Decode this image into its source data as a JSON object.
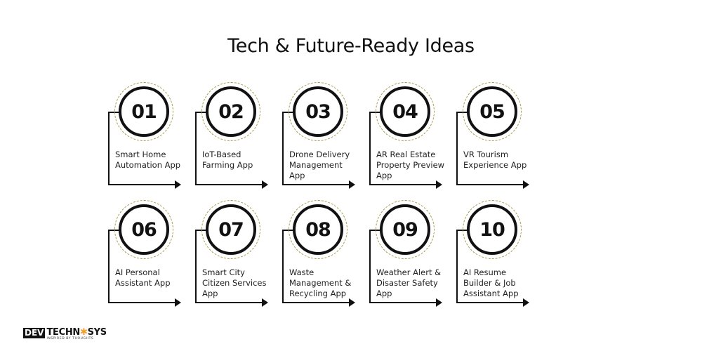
{
  "title": "Tech & Future-Ready Ideas",
  "items": [
    {
      "number": "01",
      "label": "Smart Home Automation App"
    },
    {
      "number": "02",
      "label": "IoT-Based Farming App"
    },
    {
      "number": "03",
      "label": "Drone Delivery Management App"
    },
    {
      "number": "04",
      "label": "AR Real Estate Property Preview App"
    },
    {
      "number": "05",
      "label": "VR Tourism Experience App"
    },
    {
      "number": "06",
      "label": "AI Personal Assistant App"
    },
    {
      "number": "07",
      "label": "Smart City Citizen Services App"
    },
    {
      "number": "08",
      "label": "Waste Management & Recycling App"
    },
    {
      "number": "09",
      "label": "Weather Alert & Disaster Safety App"
    },
    {
      "number": "10",
      "label": "AI Resume Builder & Job Assistant App"
    }
  ],
  "logo": {
    "dev": "DEV",
    "techno": "TECHN",
    "gear": "✱",
    "sys": "SYS",
    "tagline": "INSPIRED BY THOUGHTS"
  },
  "colors": {
    "text": "#111111",
    "dashed_ring": "#a59c4a",
    "logo_accent": "#f0a030"
  }
}
